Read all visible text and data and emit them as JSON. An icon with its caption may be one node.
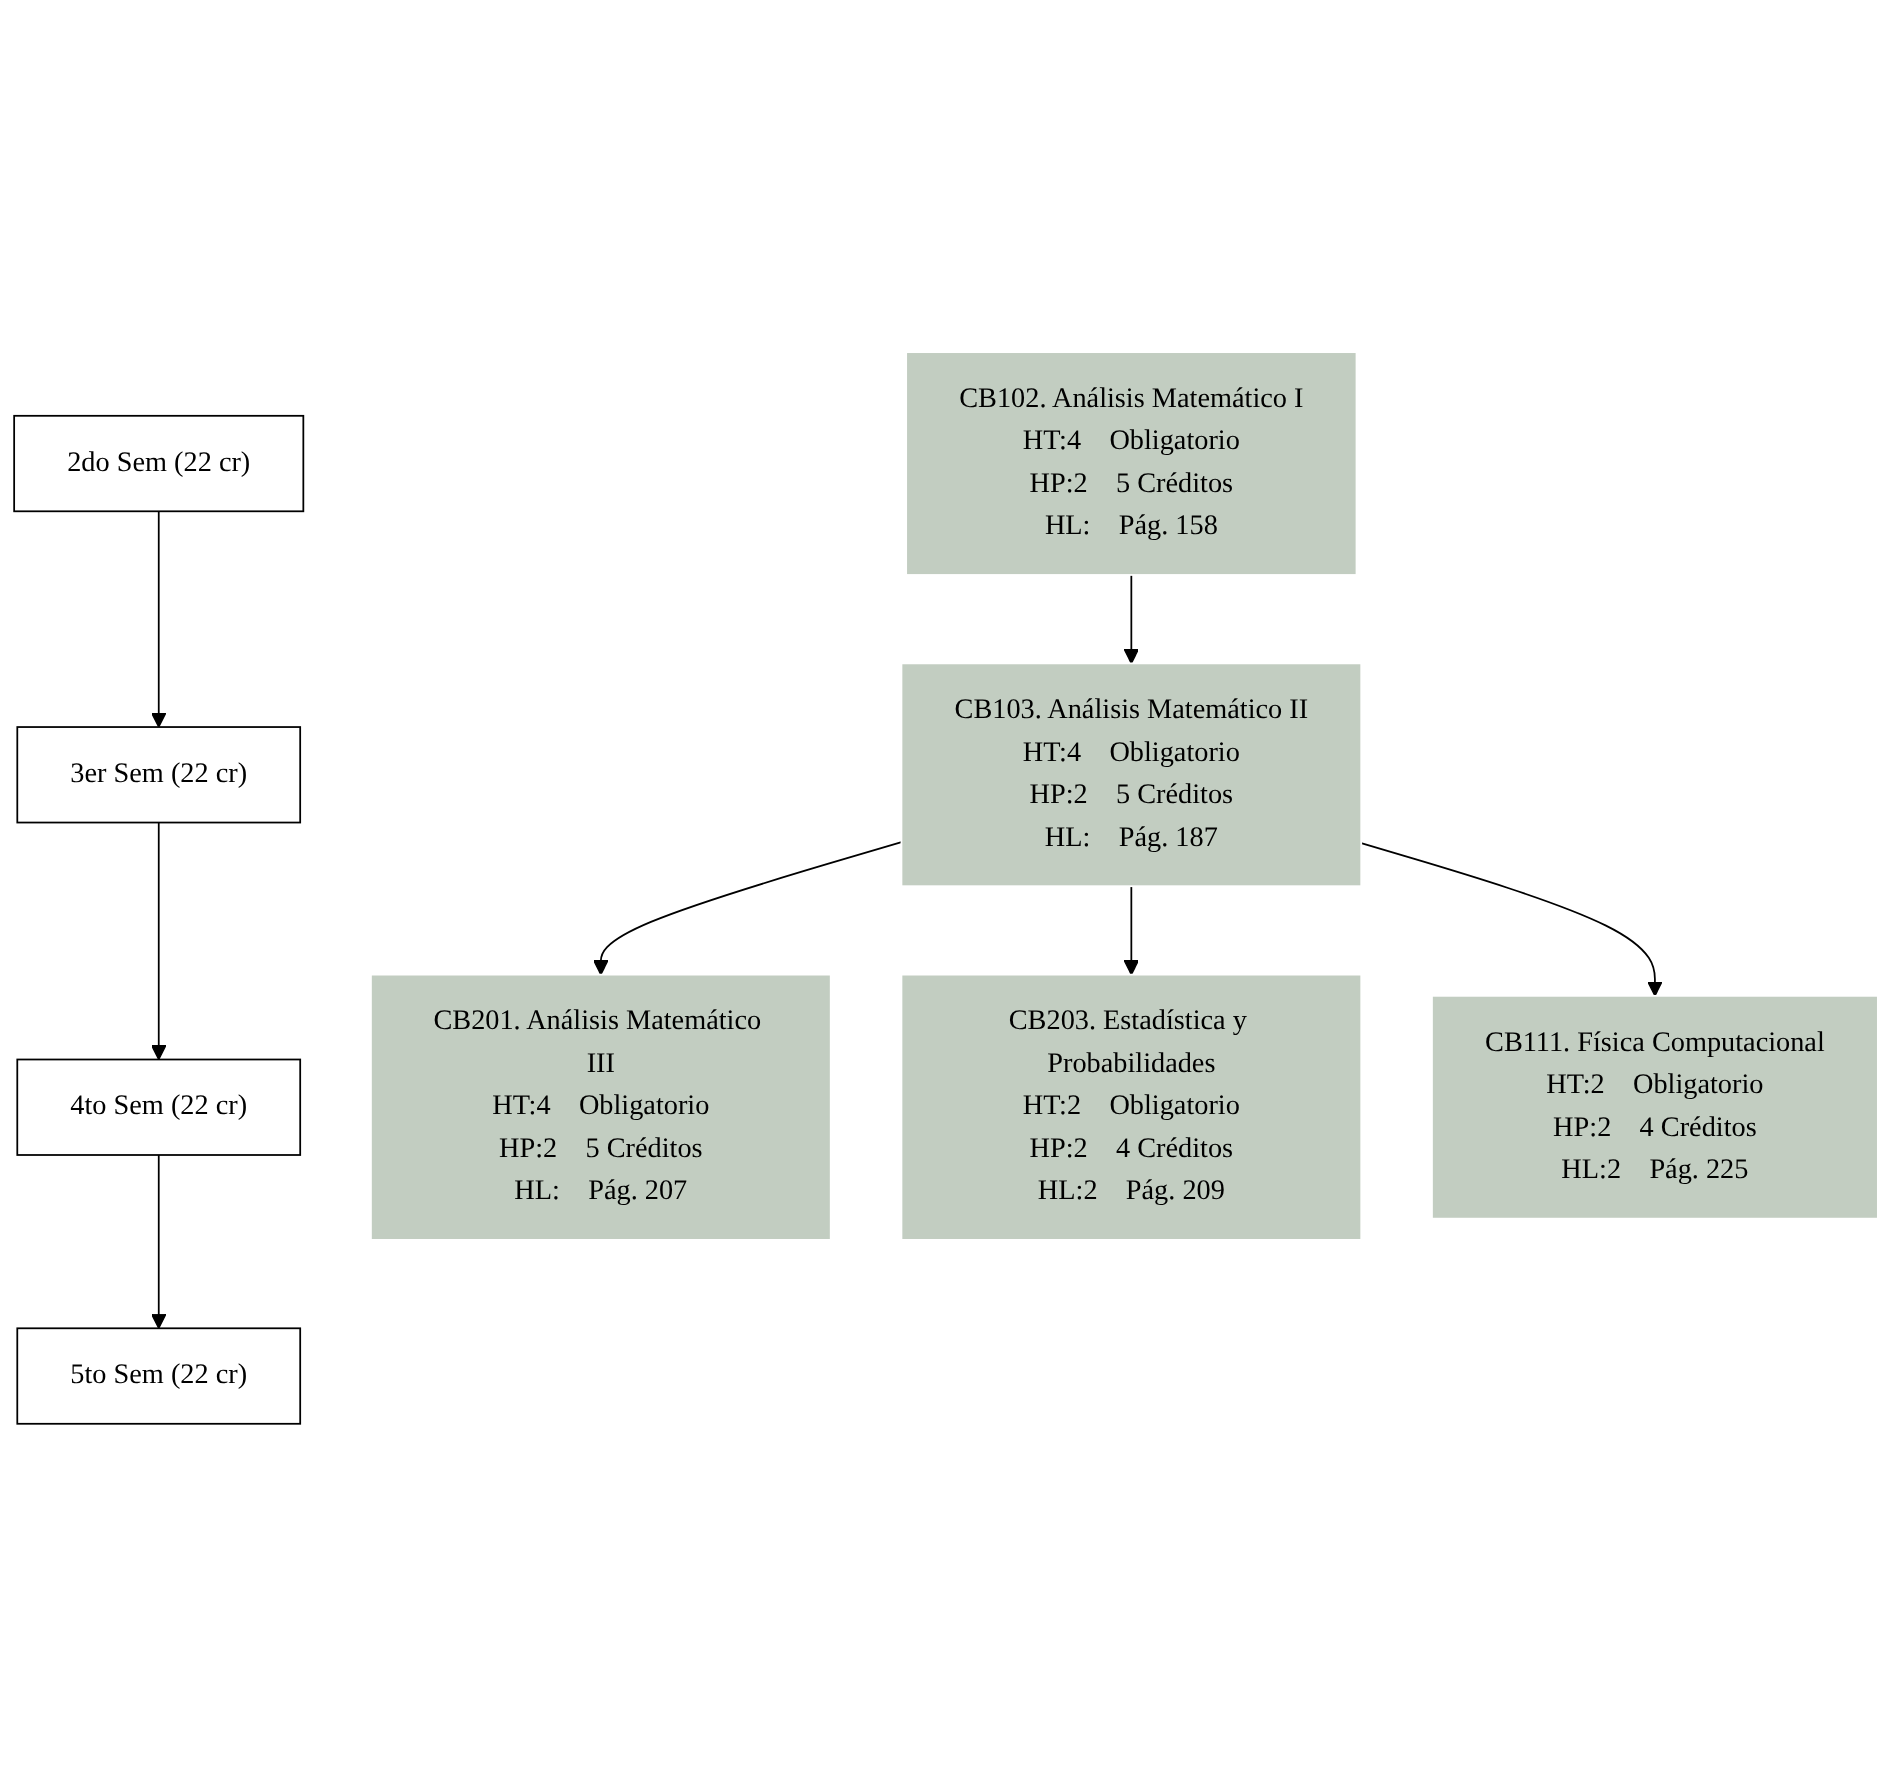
{
  "diagram": {
    "nodes": [
      {
        "text": [
          "2do Sem (22 cr)"
        ]
      },
      {
        "text": [
          "3er Sem (22 cr)"
        ]
      },
      {
        "text": [
          "4to Sem (22 cr)"
        ]
      },
      {
        "text": [
          "5to Sem (22 cr)"
        ]
      },
      {
        "text": [
          "CB102. Análisis Matemático I",
          "HT:4",
          "Obligatorio",
          "HP:2",
          "5 Créditos",
          "HL:",
          "Pág. 158"
        ]
      },
      {
        "text": [
          "CB103. Análisis Matemático II",
          "HT:4",
          "Obligatorio",
          "HP:2",
          "5 Créditos",
          "HL:",
          "Pág. 187"
        ]
      },
      {
        "text": [
          "CB201. Análisis Matemático III",
          "HT:4",
          "Obligatorio",
          "HP:2",
          "5 Créditos",
          "HL:",
          "Pág. 207"
        ]
      },
      {
        "text": [
          "CB203. Estadística y Probabilidades",
          "HT:2",
          "Obligatorio",
          "HP:2",
          "4 Créditos",
          "HL:2",
          "Pág. 209"
        ]
      },
      {
        "text": [
          "CB111. Física Computacional",
          "HT:2",
          "Obligatorio",
          "HP:2",
          "4 Créditos",
          "HL:2",
          "Pág. 225"
        ]
      }
    ],
    "edges": [
      {
        "from": 0,
        "to": 1,
        "arrow": "to"
      },
      {
        "from": 1,
        "to": 2,
        "arrow": "to"
      },
      {
        "from": 2,
        "to": 3,
        "arrow": "to"
      },
      {
        "from": 4,
        "to": 5,
        "arrow": "to"
      },
      {
        "from": 5,
        "to": 6,
        "arrow": "to"
      },
      {
        "from": 5,
        "to": 7,
        "arrow": "to"
      },
      {
        "from": 5,
        "to": 8,
        "arrow": "to"
      }
    ]
  }
}
